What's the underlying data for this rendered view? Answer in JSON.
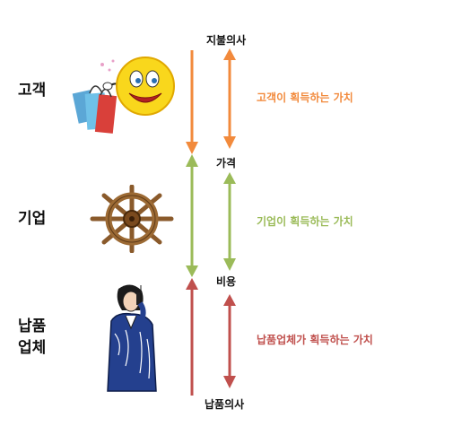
{
  "parties": {
    "customer": "고객",
    "firm": "기업",
    "supplier_line1": "납품",
    "supplier_line2": "업체"
  },
  "levels": {
    "willingness_to_pay": "지불의사",
    "price": "가격",
    "cost": "비용",
    "supplier_willingness_to_sell": "납품의사"
  },
  "values": {
    "customer_value": "고객이 획득하는 가치",
    "firm_value": "기업이 획득하는 가치",
    "supplier_value": "납품업체가 획득하는 가치"
  },
  "colors": {
    "orange": "#F28A3C",
    "green": "#9BBB59",
    "red": "#C0504D"
  },
  "icons": {
    "customer": "smiley-with-shopping-bags-icon",
    "firm": "ship-wheel-icon",
    "supplier": "businesswoman-on-phone-icon"
  }
}
